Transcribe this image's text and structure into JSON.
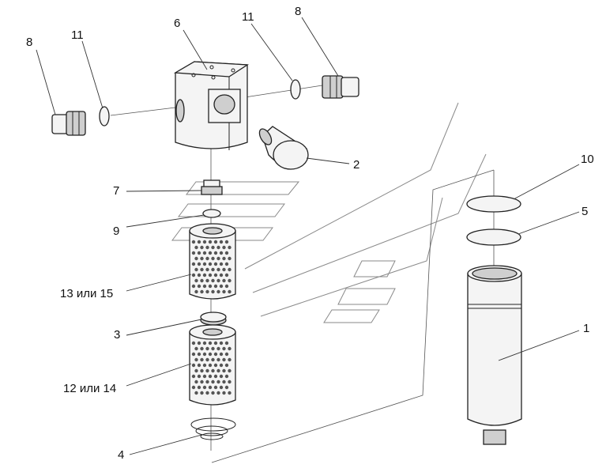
{
  "callouts": {
    "part_1": "1",
    "part_2": "2",
    "part_3": "3",
    "part_4": "4",
    "part_5": "5",
    "part_6": "6",
    "part_7": "7",
    "part_8_left": "8",
    "part_8_right": "8",
    "part_9": "9",
    "part_10": "10",
    "part_11_left": "11",
    "part_11_right": "11",
    "part_12_14": "12 или 14",
    "part_13_15": "13 или 15"
  },
  "colors": {
    "line": "#222222",
    "watermark": "#8a8a8a",
    "background": "#ffffff"
  }
}
